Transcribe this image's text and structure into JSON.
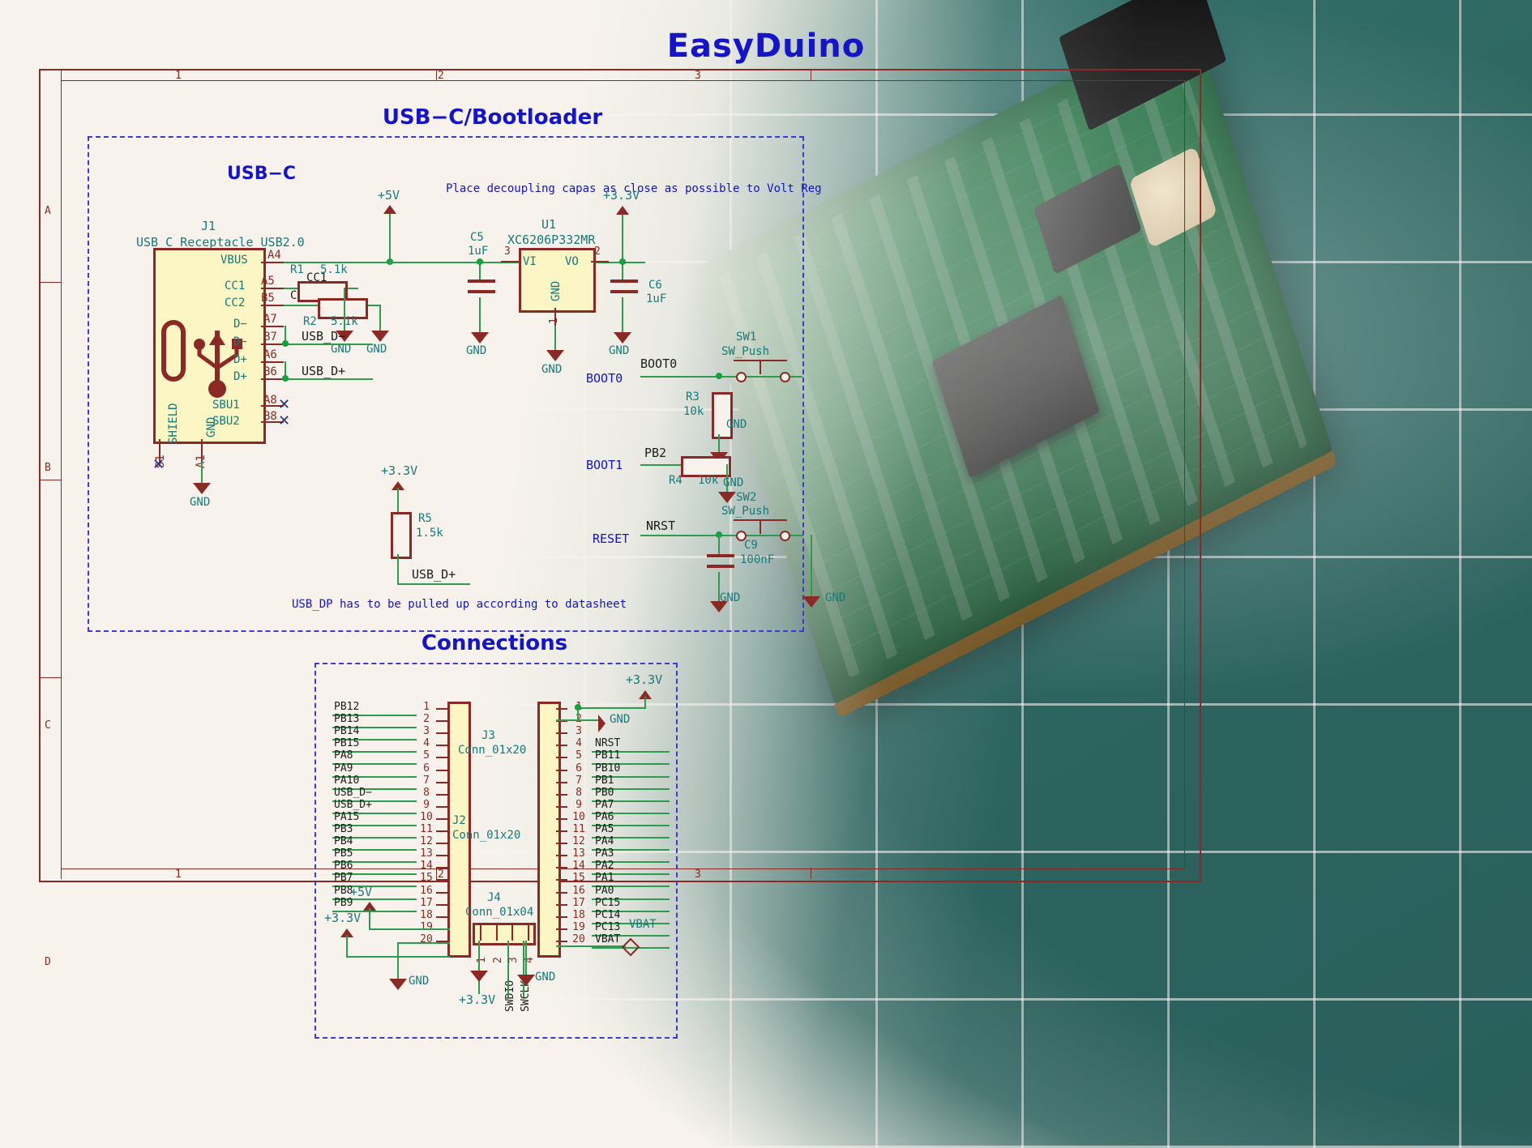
{
  "page": {
    "title": "EasyDuino",
    "frame_ticks_top": [
      "1",
      "2",
      "3"
    ],
    "frame_ticks_bottom": [
      "1",
      "2",
      "3"
    ],
    "frame_ticks_left": [
      "A",
      "B",
      "C",
      "D"
    ]
  },
  "sections": {
    "usb_bootloader_title": "USB−C/Bootloader",
    "usbc_title": "USB−C",
    "connections_title": "Connections"
  },
  "notes": {
    "decoupling": "Place decoupling capas as close as possible to Volt Reg",
    "usb_dp": "USB_DP has to be pulled up according to datasheet"
  },
  "usbc": {
    "ref": "J1",
    "value": "USB_C_Receptacle_USB2.0",
    "pin_names": [
      "VBUS",
      "CC1",
      "CC2",
      "D−",
      "D−",
      "D+",
      "D+",
      "SBU1",
      "SBU2",
      "SHIELD",
      "GND"
    ],
    "pin_numbers": [
      "A4",
      "A5",
      "B5",
      "A7",
      "B7",
      "A6",
      "B6",
      "A8",
      "B8",
      "S1",
      "A1"
    ],
    "nets": {
      "cc1": "CC1",
      "cc2": "CC2",
      "usb_dm": "USB_D−",
      "usb_dp": "USB_D+"
    },
    "power_labels": {
      "v5": "+5V",
      "gnd": "GND"
    }
  },
  "components": {
    "r1": {
      "ref": "R1",
      "value": "5.1k"
    },
    "r2": {
      "ref": "R2",
      "value": "5.1k"
    },
    "r3": {
      "ref": "R3",
      "value": "10k"
    },
    "r4": {
      "ref": "R4",
      "value": "10k"
    },
    "r5": {
      "ref": "R5",
      "value": "1.5k"
    },
    "c5": {
      "ref": "C5",
      "value": "1uF"
    },
    "c6": {
      "ref": "C6",
      "value": "1uF"
    },
    "c9": {
      "ref": "C9",
      "value": "100nF"
    },
    "u1": {
      "ref": "U1",
      "value": "XC6206P332MR",
      "pin_vi": "VI",
      "pin_vo": "VO",
      "pin_gnd": "GND",
      "num_vi": "3",
      "num_vo": "2",
      "num_gnd": "1"
    },
    "sw1": {
      "ref": "SW1",
      "value": "SW_Push"
    },
    "sw2": {
      "ref": "SW2",
      "value": "SW_Push"
    }
  },
  "power": {
    "v5": "+5V",
    "v33": "+3.3V",
    "gnd": "GND",
    "vbat": "VBAT"
  },
  "boot": {
    "boot0_label": "BOOT0",
    "boot0_net": "BOOT0",
    "boot1_label": "BOOT1",
    "boot1_net": "PB2",
    "reset_label": "RESET",
    "reset_net": "NRST",
    "usb_dp_net": "USB_D+"
  },
  "connectors": {
    "j2": {
      "ref": "J2",
      "value": "Conn_01x20"
    },
    "j3": {
      "ref": "J3",
      "value": "Conn_01x20"
    },
    "j4": {
      "ref": "J4",
      "value": "Conn_01x04"
    },
    "j2_pins": [
      {
        "num": "1",
        "name": "PB12"
      },
      {
        "num": "2",
        "name": "PB13"
      },
      {
        "num": "3",
        "name": "PB14"
      },
      {
        "num": "4",
        "name": "PB15"
      },
      {
        "num": "5",
        "name": "PA8"
      },
      {
        "num": "6",
        "name": "PA9"
      },
      {
        "num": "7",
        "name": "PA10"
      },
      {
        "num": "8",
        "name": "USB_D−"
      },
      {
        "num": "9",
        "name": "USB_D+"
      },
      {
        "num": "10",
        "name": "PA15"
      },
      {
        "num": "11",
        "name": "PB3"
      },
      {
        "num": "12",
        "name": "PB4"
      },
      {
        "num": "13",
        "name": "PB5"
      },
      {
        "num": "14",
        "name": "PB6"
      },
      {
        "num": "15",
        "name": "PB7"
      },
      {
        "num": "16",
        "name": "PB8"
      },
      {
        "num": "17",
        "name": "PB9"
      },
      {
        "num": "18",
        "name": ""
      },
      {
        "num": "19",
        "name": ""
      },
      {
        "num": "20",
        "name": ""
      }
    ],
    "j3_pins": [
      {
        "num": "1",
        "name": ""
      },
      {
        "num": "2",
        "name": ""
      },
      {
        "num": "3",
        "name": ""
      },
      {
        "num": "4",
        "name": "NRST"
      },
      {
        "num": "5",
        "name": "PB11"
      },
      {
        "num": "6",
        "name": "PB10"
      },
      {
        "num": "7",
        "name": "PB1"
      },
      {
        "num": "8",
        "name": "PB0"
      },
      {
        "num": "9",
        "name": "PA7"
      },
      {
        "num": "10",
        "name": "PA6"
      },
      {
        "num": "11",
        "name": "PA5"
      },
      {
        "num": "12",
        "name": "PA4"
      },
      {
        "num": "13",
        "name": "PA3"
      },
      {
        "num": "14",
        "name": "PA2"
      },
      {
        "num": "15",
        "name": "PA1"
      },
      {
        "num": "16",
        "name": "PA0"
      },
      {
        "num": "17",
        "name": "PC15"
      },
      {
        "num": "18",
        "name": "PC14"
      },
      {
        "num": "19",
        "name": "PC13"
      },
      {
        "num": "20",
        "name": "VBAT"
      }
    ],
    "j4_pins": [
      {
        "num": "1",
        "name": ""
      },
      {
        "num": "2",
        "name": "SWDIO"
      },
      {
        "num": "3",
        "name": "SWCLK"
      },
      {
        "num": "4",
        "name": ""
      }
    ],
    "j2_power_left": {
      "v5": "+5V",
      "v33": "+3.3V",
      "gnd": "GND"
    },
    "j3_power": {
      "v33": "+3.3V",
      "gnd": "GND",
      "vbat": "VBAT"
    },
    "j4_power": {
      "v33": "+3.3V",
      "gnd": "GND"
    }
  }
}
